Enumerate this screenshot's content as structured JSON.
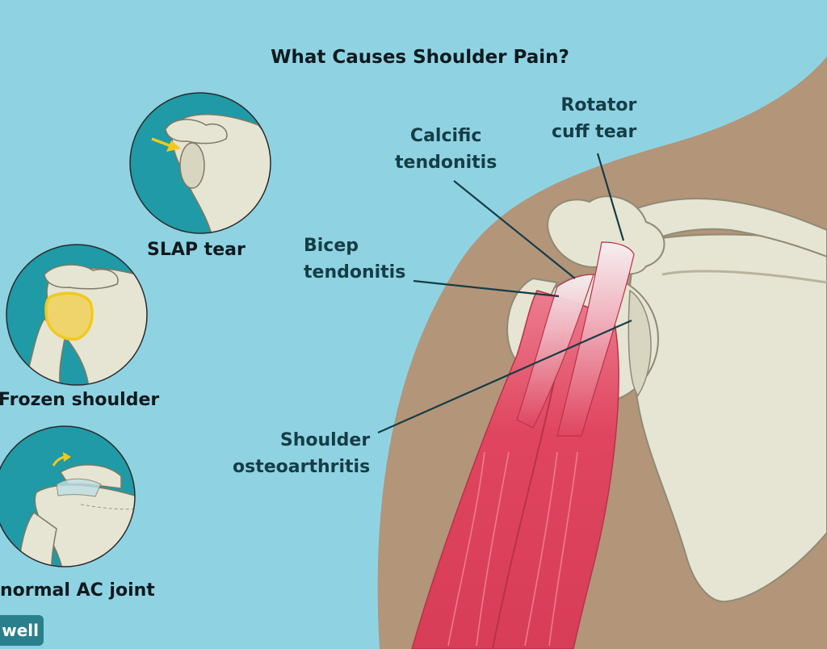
{
  "title": "What Causes Shoulder Pain?",
  "labels": {
    "rotator_cuff_tear": [
      "Rotator",
      "cuff tear"
    ],
    "calcific_tendonitis": [
      "Calcific",
      "tendonitis"
    ],
    "bicep_tendonitis": [
      "Bicep",
      "tendonitis"
    ],
    "shoulder_osteoarthritis": [
      "Shoulder",
      "osteoarthritis"
    ]
  },
  "insets": {
    "slap_tear": "SLAP tear",
    "frozen_shoulder": "Frozen shoulder",
    "abnormal_ac_joint": "normal AC joint"
  },
  "logo_text": "well",
  "colors": {
    "background": "#8fd3e3",
    "skin": "#b3957a",
    "bone": "#e6e4d3",
    "muscle": "#e0455f",
    "inset_fill": "#1f9aa6",
    "highlight": "#f2c91c",
    "label_text": "#153d46"
  }
}
